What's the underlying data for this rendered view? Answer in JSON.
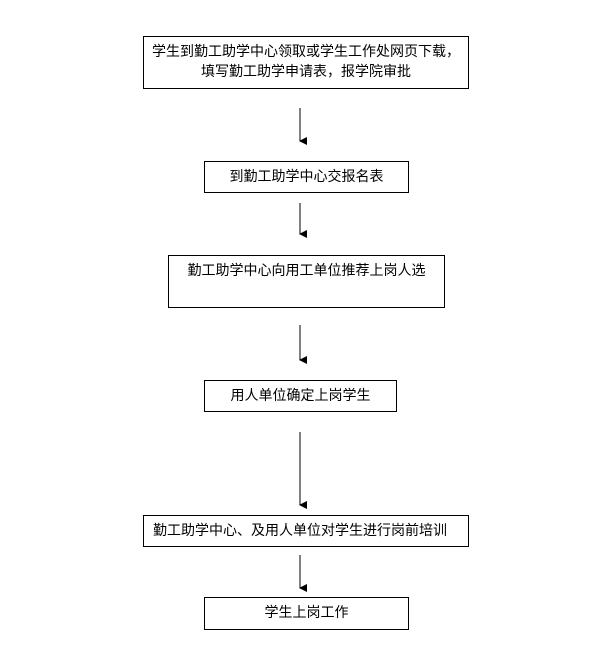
{
  "flowchart": {
    "steps": [
      {
        "id": "apply",
        "label": "学生到勤工助学中心领取或学生工作处网页下载，\n填写勤工助学申请表，报学院审批"
      },
      {
        "id": "submit",
        "label": "到勤工助学中心交报名表"
      },
      {
        "id": "recommend",
        "label": "勤工助学中心向用工单位推荐上岗人选"
      },
      {
        "id": "confirm",
        "label": "用人单位确定上岗学生"
      },
      {
        "id": "training",
        "label": "勤工助学中心、及用人单位对学生进行岗前培训"
      },
      {
        "id": "start-work",
        "label": "学生上岗工作"
      }
    ],
    "connections": [
      {
        "from": "apply",
        "to": "submit"
      },
      {
        "from": "submit",
        "to": "recommend"
      },
      {
        "from": "recommend",
        "to": "confirm"
      },
      {
        "from": "confirm",
        "to": "training"
      },
      {
        "from": "training",
        "to": "start-work"
      }
    ],
    "colors": {
      "line": "#000000",
      "box_border": "#000000",
      "background": "#ffffff"
    }
  }
}
